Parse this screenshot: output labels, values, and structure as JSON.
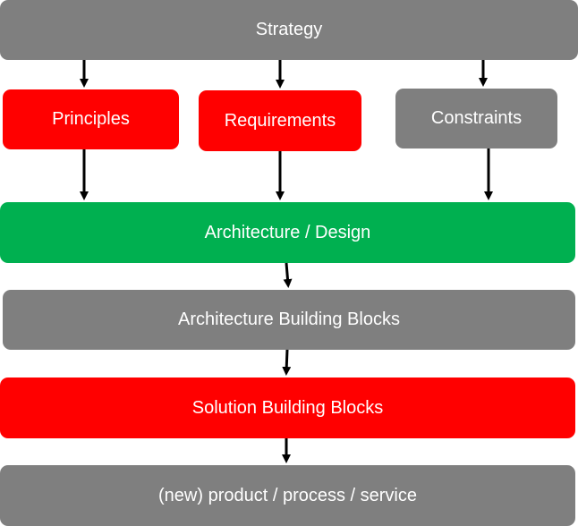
{
  "diagram": {
    "strategy": "Strategy",
    "principles": "Principles",
    "requirements": "Requirements",
    "constraints": "Constraints",
    "architecture_design": "Architecture / Design",
    "architecture_building_blocks": "Architecture Building Blocks",
    "solution_building_blocks": "Solution Building Blocks",
    "product": "(new) product / process / service"
  },
  "colors": {
    "gray": "#7f7f7f",
    "red": "#ff0000",
    "green": "#00b050",
    "text": "#ffffff",
    "arrow": "#000000"
  }
}
